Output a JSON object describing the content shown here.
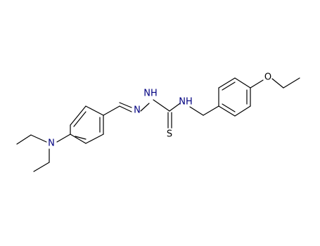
{
  "molecule": {
    "colors": {
      "bond": "#000000",
      "nitrogen": "#000080",
      "oxygen": "#000000",
      "sulfur": "#000000"
    },
    "atoms": {
      "amine_n": "N",
      "imine_n": "N",
      "hydrazine_nh": "NH",
      "thioamide_nh": "NH",
      "thione_s": "S",
      "ether_o": "O"
    }
  }
}
